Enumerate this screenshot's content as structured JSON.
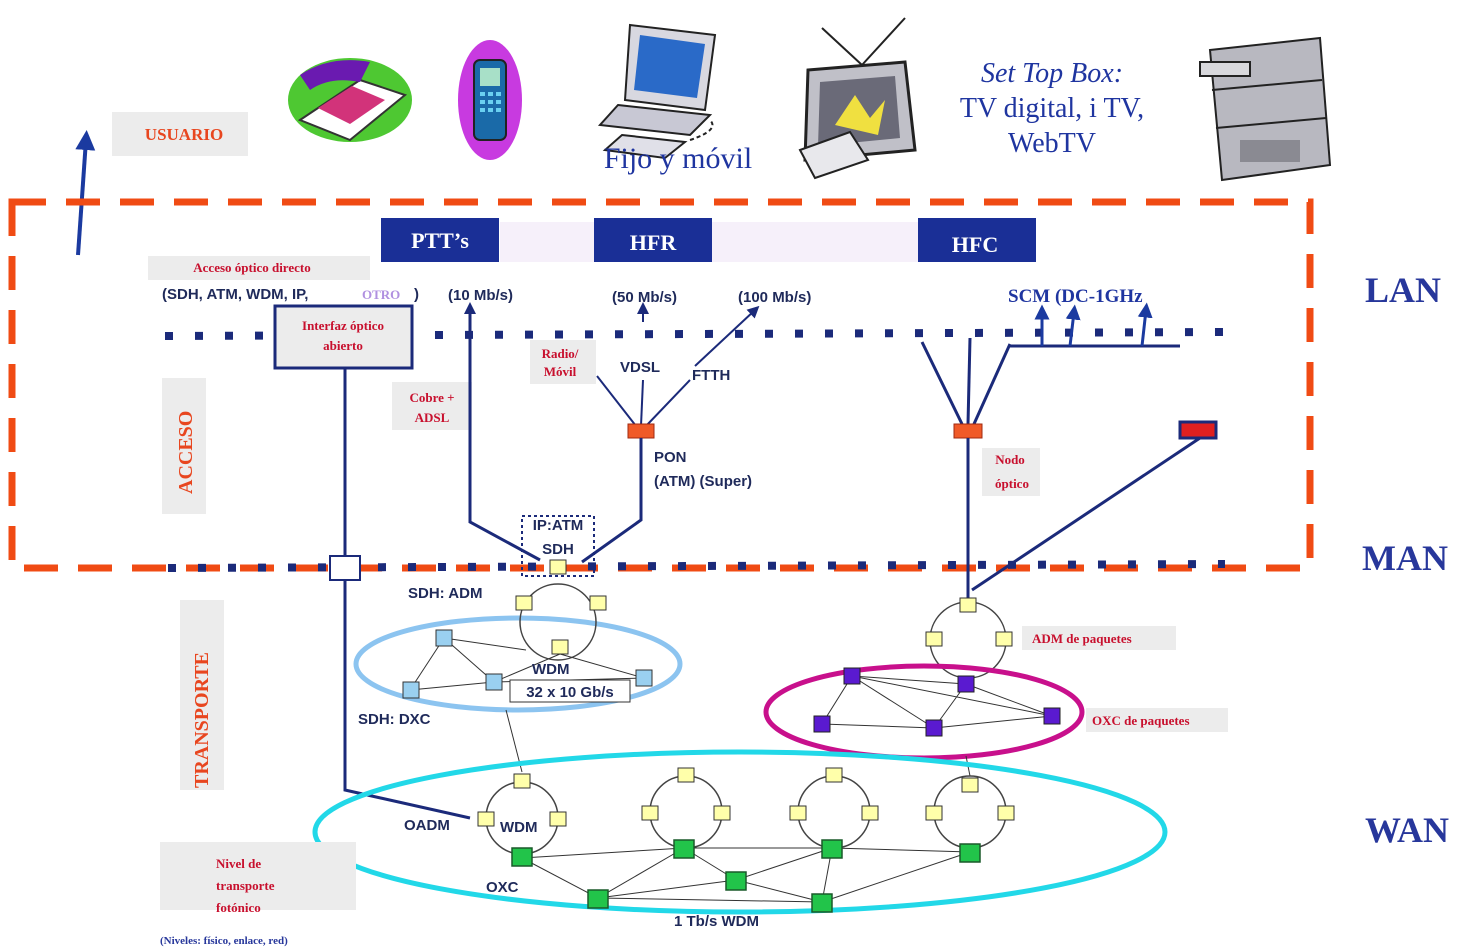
{
  "top": {
    "usuario": "USUARIO",
    "fijo_movil": "Fijo y móvil",
    "stb_line1": "Set Top  Box:",
    "stb_line2": "TV digital, i TV,",
    "stb_line3": "WebTV"
  },
  "layers": {
    "lan": "LAN",
    "man": "MAN",
    "wan": "WAN"
  },
  "side": {
    "acceso": "ACCESO",
    "transporte": "TRANSPORTE"
  },
  "boxes": {
    "ptt": "PTT’s",
    "hfr": "HFR",
    "hfc": "HFC"
  },
  "access": {
    "acceso_optico": "Acceso óptico directo",
    "protocols": "(SDH, ATM, WDM, IP,",
    "otro": "OTRO",
    "close_paren": ")",
    "interfaz_l1": "Interfaz óptico",
    "interfaz_l2": "abierto",
    "rate10": "(10 Mb/s)",
    "rate50": "(50 Mb/s)",
    "rate100": "(100 Mb/s)",
    "scm": "SCM (DC-1GHz",
    "radio_l1": "Radio/",
    "radio_l2": "Móvil",
    "vdsl": "VDSL",
    "ftth": "FTTH",
    "cobre_l1": "Cobre +",
    "cobre_l2": "ADSL",
    "pon_l1": "PON",
    "pon_l2": "(ATM) (Super)",
    "nodo_l1": "Nodo",
    "nodo_l2": "óptico",
    "ipatm": "IP:ATM",
    "sdh": "SDH"
  },
  "transport": {
    "sdh_adm": "SDH: ADM",
    "wdm": "WDM",
    "rate32": "32 x 10 Gb/s",
    "sdh_dxc": "SDH: DXC",
    "adm_paq": "ADM de paquetes",
    "oxc_paq": "OXC de paquetes",
    "oadm": "OADM",
    "wdm2": "WDM",
    "oxc": "OXC",
    "tb": "1 Tb/s WDM",
    "nivel_l1": "Nivel de",
    "nivel_l2": "transporte",
    "nivel_l3": "fotónico",
    "niveles": "(Niveles: físico, enlace, red)"
  },
  "colors": {
    "dash_red": "#f04b14",
    "navy": "#1b2a7a",
    "sky_ellipse": "#8cc4f0",
    "magenta_ellipse": "#c8108c",
    "cyan_ellipse": "#22d8e8",
    "node_yellow": "#ffffaa",
    "node_blue": "#9ad0f0",
    "node_purple": "#5a1ad0",
    "node_green": "#22c44a",
    "box_blue": "#1a2f96"
  }
}
